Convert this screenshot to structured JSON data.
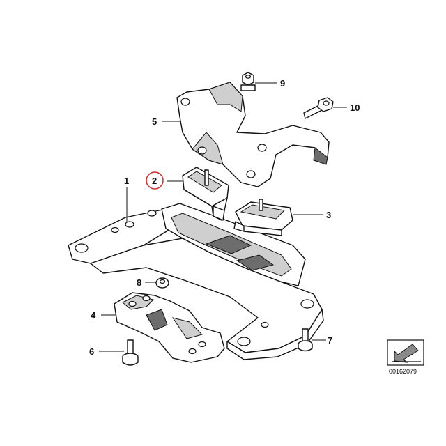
{
  "callouts": [
    {
      "number": "1",
      "part": "crossmember"
    },
    {
      "number": "2",
      "part": "rubber-mount-left",
      "highlighted": true
    },
    {
      "number": "3",
      "part": "rubber-mount-right"
    },
    {
      "number": "4",
      "part": "lower-bracket"
    },
    {
      "number": "5",
      "part": "upper-bracket"
    },
    {
      "number": "6",
      "part": "bolt-lower-left"
    },
    {
      "number": "7",
      "part": "bolt-lower-right"
    },
    {
      "number": "8",
      "part": "nut-small"
    },
    {
      "number": "9",
      "part": "nut-top"
    },
    {
      "number": "10",
      "part": "bolt-top"
    }
  ],
  "document_number": "00162079",
  "colors": {
    "line": "#111111",
    "highlight_ring": "#d62828",
    "shade": "#cfcfcf"
  },
  "icons": {
    "orientation_badge": "direction-arrow-icon"
  }
}
